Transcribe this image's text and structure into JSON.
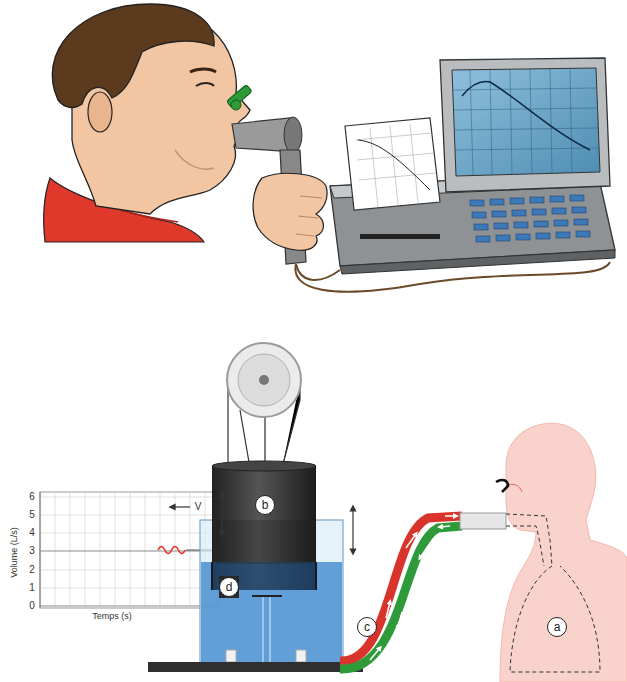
{
  "diagram": {
    "nodes": [
      {
        "text": [
          "b"
        ]
      },
      {
        "text": [
          "d"
        ]
      },
      {
        "text": [
          "c"
        ]
      },
      {
        "text": [
          "a"
        ]
      }
    ],
    "labels": [
      "6",
      "5",
      "4",
      "3",
      "2",
      "1",
      "0",
      "Volume (L/s)",
      "Temps (s)",
      "V"
    ]
  }
}
